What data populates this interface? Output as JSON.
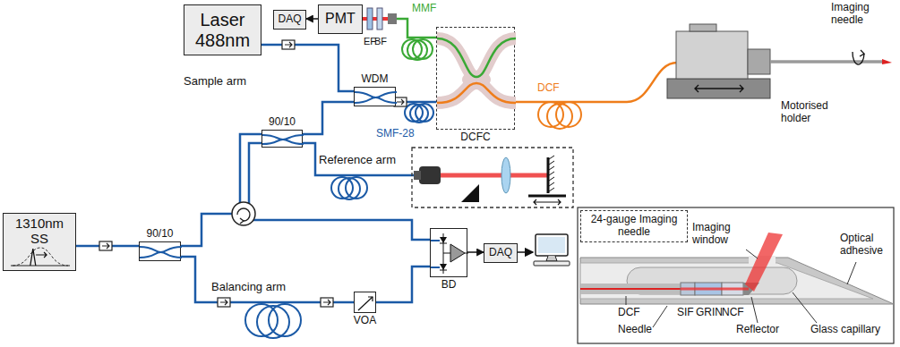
{
  "diagram": {
    "nodes": [
      {
        "text": [
          "Laser 488nm"
        ]
      },
      {
        "text": [
          "DAQ"
        ]
      },
      {
        "text": [
          "PMT"
        ]
      },
      {
        "text": [
          "WDM"
        ]
      },
      {
        "text": [
          "DCFC"
        ]
      },
      {
        "text": [
          "90/10"
        ]
      },
      {
        "text": [
          "1310nm SS"
        ]
      },
      {
        "text": [
          "90/10"
        ]
      },
      {
        "text": [
          "BD"
        ]
      },
      {
        "text": [
          "DAQ"
        ]
      },
      {
        "text": [
          "VOA"
        ]
      },
      {
        "text": [
          "24-gauge Imaging needle"
        ]
      }
    ],
    "edges": [
      {
        "from": 0,
        "to": 3,
        "arrow": "none"
      },
      {
        "from": 3,
        "to": 4,
        "arrow": "none"
      },
      {
        "from": 4,
        "to": 2,
        "arrow": "none"
      },
      {
        "from": 2,
        "to": 1,
        "arrow": "to"
      },
      {
        "from": 5,
        "to": 3,
        "arrow": "none"
      },
      {
        "from": 6,
        "to": 7,
        "arrow": "none"
      },
      {
        "from": 7,
        "to": 5,
        "arrow": "none"
      },
      {
        "from": 5,
        "to": 8,
        "arrow": "none"
      },
      {
        "from": 7,
        "to": 10,
        "arrow": "none"
      },
      {
        "from": 10,
        "to": 8,
        "arrow": "none"
      },
      {
        "from": 8,
        "to": 9,
        "arrow": "to"
      }
    ],
    "labels": [
      "MMF",
      "EF",
      "BF",
      "Sample arm",
      "SMF-28",
      "DCF",
      "Imaging needle",
      "Motorised holder",
      "Reference arm",
      "Balancing arm",
      "Imaging window",
      "Optical adhesive",
      "DCF",
      "SIF",
      "GRIN",
      "NCF",
      "Needle",
      "Reflector",
      "Glass capillary"
    ]
  }
}
